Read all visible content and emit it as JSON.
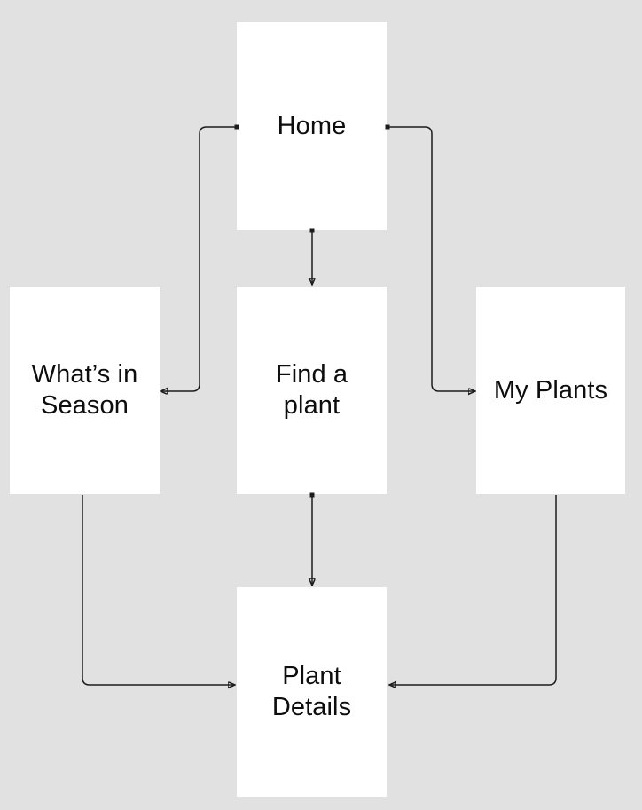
{
  "diagram": {
    "background_color": "#e1e1e1",
    "node_fill_color": "#ffffff",
    "connector_color": "#1c1c1c",
    "text_color": "#0d0d0d"
  },
  "nodes": {
    "home": {
      "label": "Home",
      "lines": [
        "Home"
      ]
    },
    "whats_in_season": {
      "label": "What’s in Season",
      "lines": [
        "What’s in",
        "Season"
      ]
    },
    "find_a_plant": {
      "label": "Find a plant",
      "lines": [
        "Find a",
        "plant"
      ]
    },
    "my_plants": {
      "label": "My Plants",
      "lines": [
        "My Plants"
      ]
    },
    "plant_details": {
      "label": "Plant Details",
      "lines": [
        "Plant",
        "Details"
      ]
    }
  },
  "edges": [
    {
      "from": "Home",
      "to": "What’s in Season"
    },
    {
      "from": "Home",
      "to": "Find a plant"
    },
    {
      "from": "Home",
      "to": "My Plants"
    },
    {
      "from": "What’s in Season",
      "to": "Plant Details"
    },
    {
      "from": "Find a plant",
      "to": "Plant Details"
    },
    {
      "from": "My Plants",
      "to": "Plant Details"
    }
  ]
}
